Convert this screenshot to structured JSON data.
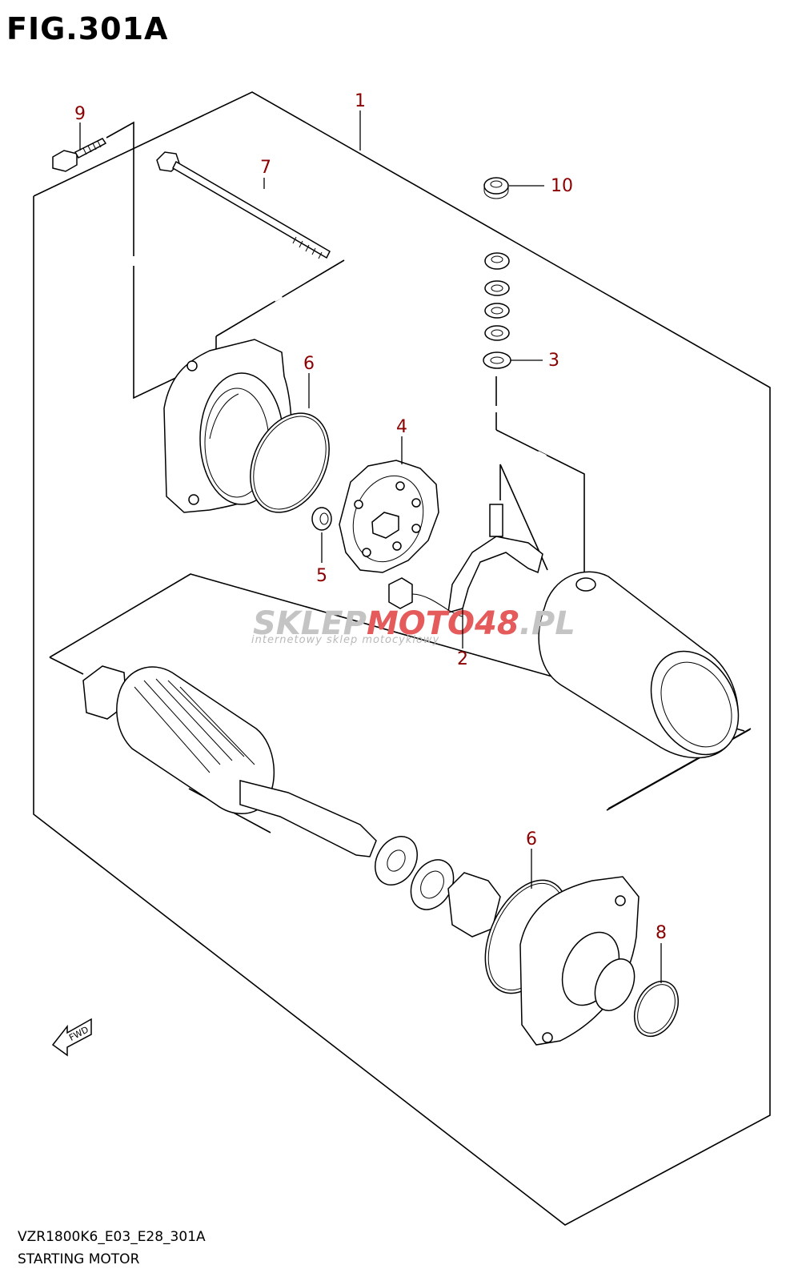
{
  "figure": {
    "title": "FIG.301A",
    "model_code": "VZR1800K6_E03_E28_301A",
    "name": "STARTING MOTOR"
  },
  "callouts": [
    {
      "id": "callout-1",
      "label": "1"
    },
    {
      "id": "callout-2",
      "label": "2"
    },
    {
      "id": "callout-3",
      "label": "3"
    },
    {
      "id": "callout-4",
      "label": "4"
    },
    {
      "id": "callout-5",
      "label": "5"
    },
    {
      "id": "callout-6a",
      "label": "6"
    },
    {
      "id": "callout-6b",
      "label": "6"
    },
    {
      "id": "callout-7",
      "label": "7"
    },
    {
      "id": "callout-8",
      "label": "8"
    },
    {
      "id": "callout-9",
      "label": "9"
    },
    {
      "id": "callout-10",
      "label": "10"
    }
  ],
  "watermark": {
    "brand_left": "SKLEP",
    "brand_right": "MOTO48",
    "brand_suffix": ".PL",
    "tagline": "internetowy sklep motocyklowy"
  },
  "fwd_label": "FWD",
  "colors": {
    "callout": "#8b0000",
    "line": "#000000",
    "watermark_gray": "#bcbcbc",
    "watermark_red": "#e23b3b"
  }
}
